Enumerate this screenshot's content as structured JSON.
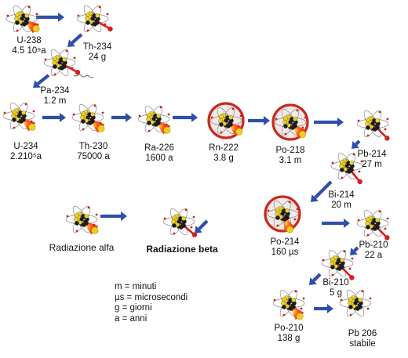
{
  "nuclides": [
    {
      "id": "u238",
      "name": "U-238",
      "half_life": "4.5 10⁹a",
      "decay": "alpha",
      "ring": false
    },
    {
      "id": "th234",
      "name": "Th-234",
      "half_life": "24 g",
      "decay": "beta",
      "ring": false
    },
    {
      "id": "pa234",
      "name": "Pa-234",
      "half_life": "1.2 m",
      "decay": "beta",
      "ring": false
    },
    {
      "id": "u234",
      "name": "U-234",
      "half_life": "2.210⁵a",
      "decay": "alpha",
      "ring": false
    },
    {
      "id": "th230",
      "name": "Th-230",
      "half_life": "75000 a",
      "decay": "alpha",
      "ring": false
    },
    {
      "id": "ra226",
      "name": "Ra-226",
      "half_life": "1600 a",
      "decay": "alpha",
      "ring": false
    },
    {
      "id": "rn222",
      "name": "Rn-222",
      "half_life": "3.8 g",
      "decay": "alpha",
      "ring": true
    },
    {
      "id": "po218",
      "name": "Po-218",
      "half_life": "3.1 m",
      "decay": "alpha",
      "ring": true
    },
    {
      "id": "pb214",
      "name": "Pb-214",
      "half_life": "27 m",
      "decay": "beta",
      "ring": false
    },
    {
      "id": "bi214",
      "name": "Bi-214",
      "half_life": "20 m",
      "decay": "beta",
      "ring": false
    },
    {
      "id": "po214",
      "name": "Po-214",
      "half_life": "160 µs",
      "decay": "alpha",
      "ring": true
    },
    {
      "id": "pb210",
      "name": "Pb-210",
      "half_life": "22 a",
      "decay": "beta",
      "ring": false
    },
    {
      "id": "bi210",
      "name": "Bi-210",
      "half_life": "5 g",
      "decay": "beta",
      "ring": false
    },
    {
      "id": "po210",
      "name": "Po-210",
      "half_life": "138 g",
      "decay": "alpha",
      "ring": false
    },
    {
      "id": "pb206",
      "name": "Pb 206",
      "half_life": "stabile",
      "decay": "none",
      "ring": false
    }
  ],
  "legend_kinds": {
    "alpha": "Radiazione alfa",
    "beta": "Radiazione beta"
  },
  "units": [
    "m = minuti",
    "µs = microsecondi",
    "g = giorni",
    "a = anni"
  ],
  "colors": {
    "arrow": "#2f4fa8",
    "ring": "#c82a1e",
    "alpha_ray": "#d61f1f",
    "particle_yellow": "#f1d21b",
    "particle_dark": "#1a1a1a",
    "orbit": "#8a8a8a"
  }
}
